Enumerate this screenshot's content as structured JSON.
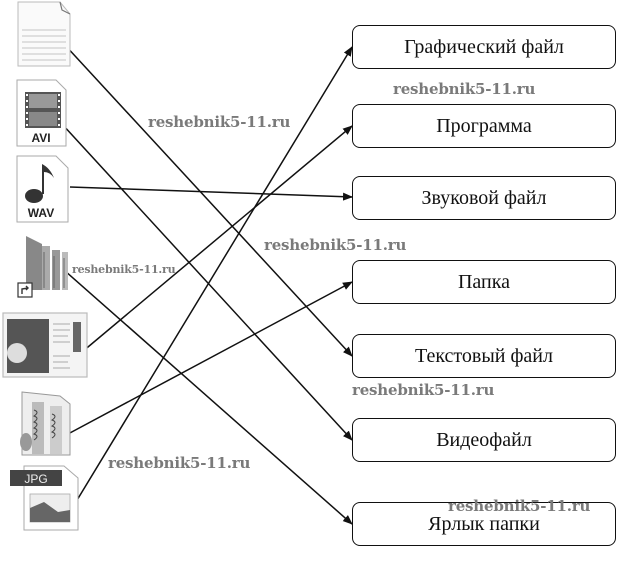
{
  "diagram": {
    "title": "File type matching",
    "sources": [
      {
        "id": "text-doc",
        "icon": "text-document-icon",
        "label": ""
      },
      {
        "id": "avi",
        "icon": "avi-video-file-icon",
        "label": "AVI"
      },
      {
        "id": "wav",
        "icon": "wav-audio-file-icon",
        "label": "WAV"
      },
      {
        "id": "program",
        "icon": "program-with-shortcut-icon",
        "label": ""
      },
      {
        "id": "image-doc",
        "icon": "picture-document-icon",
        "label": ""
      },
      {
        "id": "folder",
        "icon": "folder-icon",
        "label": ""
      },
      {
        "id": "jpg",
        "icon": "jpg-image-file-icon",
        "label": "JPG"
      }
    ],
    "targets": [
      {
        "id": "graphic",
        "label": "Графический файл"
      },
      {
        "id": "program",
        "label": "Программа"
      },
      {
        "id": "sound",
        "label": "Звуковой файл"
      },
      {
        "id": "folder",
        "label": "Папка"
      },
      {
        "id": "text",
        "label": "Текстовый файл"
      },
      {
        "id": "video",
        "label": "Видеофайл"
      },
      {
        "id": "shortcut",
        "label": "Ярлык папки"
      }
    ],
    "connections": [
      {
        "from": "text-doc",
        "to": "text"
      },
      {
        "from": "avi",
        "to": "video"
      },
      {
        "from": "wav",
        "to": "sound"
      },
      {
        "from": "program",
        "to": "shortcut"
      },
      {
        "from": "image-doc",
        "to": "program"
      },
      {
        "from": "folder",
        "to": "folder"
      },
      {
        "from": "jpg",
        "to": "graphic"
      }
    ]
  },
  "watermarks": [
    "reshebnik5-11.ru",
    "reshebnik5-11.ru",
    "reshebnik5-11.ru",
    "reshebnik5-11.ru",
    "reshebnik5-11.ru",
    "reshebnik5-11.ru",
    "reshebnik5-11.ru"
  ],
  "colors": {
    "line": "#111111",
    "watermark": "#7a7a7a"
  }
}
